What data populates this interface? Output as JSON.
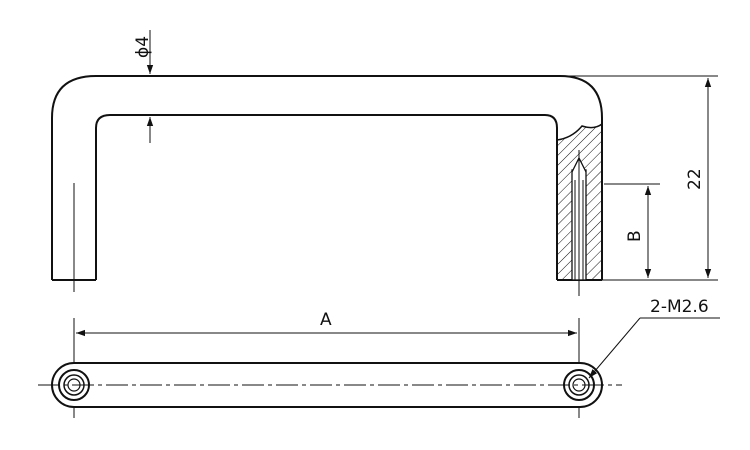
{
  "drawing": {
    "labels": {
      "diameter": "ϕ4",
      "height": "22",
      "b_dim": "B",
      "a_dim": "A",
      "thread": "2-M2.6"
    },
    "line_color": "#111111",
    "background": "#ffffff"
  }
}
